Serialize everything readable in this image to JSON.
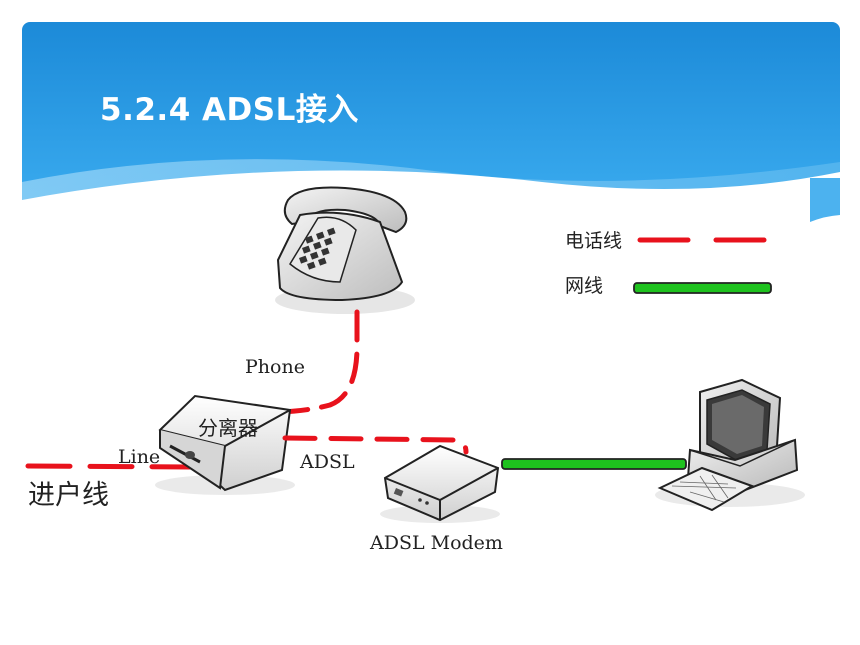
{
  "slide": {
    "title": "5.2.4  ADSL接入"
  },
  "diagram": {
    "nodes": {
      "phone": "Phone",
      "splitter": "分离器",
      "line": "Line",
      "adsl": "ADSL",
      "modem": "ADSL Modem",
      "incoming": "进户线"
    },
    "legend": [
      {
        "label": "电话线",
        "style": "dashed",
        "color": "#e8121c"
      },
      {
        "label": "网线",
        "style": "solid",
        "color": "#1ec21e"
      }
    ]
  },
  "colors": {
    "header_blue": "#1e8fdc",
    "phone_line": "#e8121c",
    "network_cable": "#1ec21e"
  }
}
